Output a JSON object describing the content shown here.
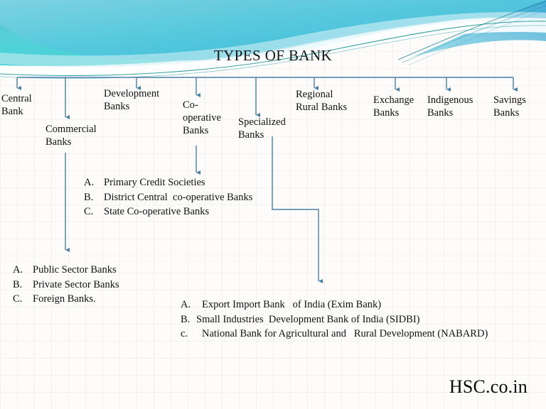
{
  "slide": {
    "title": "TYPES OF BANK",
    "watermark": "HSC.co.in",
    "background": {
      "page_color": "#fdfcfa",
      "wave_cyan": "#4ccfd9",
      "wave_blue": "#6fc3e0",
      "wave_teal": "#0f8f8f",
      "wave_deep_blue": "#2a9fd0"
    },
    "connector_color": "#4a7fa5"
  },
  "nodes": [
    {
      "id": "central-bank",
      "label": "Central\nBank"
    },
    {
      "id": "commercial-banks",
      "label": "Commercial\nBanks"
    },
    {
      "id": "development-banks",
      "label": "Development\nBanks"
    },
    {
      "id": "co-operative-banks",
      "label": "Co-\noperative\nBanks"
    },
    {
      "id": "specialized-banks",
      "label": "Specialized\nBanks"
    },
    {
      "id": "regional-rural-banks",
      "label": "Regional\nRural Banks"
    },
    {
      "id": "exchange-banks",
      "label": "Exchange\nBanks"
    },
    {
      "id": "indigenous-banks",
      "label": "Indigenous\nBanks"
    },
    {
      "id": "savings-banks",
      "label": "Savings\nBanks"
    }
  ],
  "sublists": {
    "co_operative": [
      {
        "marker": "A.",
        "text": "Primary Credit Societies"
      },
      {
        "marker": "B.",
        "text": "District Central  co-operative Banks"
      },
      {
        "marker": "C.",
        "text": "State Co-operative Banks"
      }
    ],
    "commercial": [
      {
        "marker": "A.",
        "text": "Public Sector Banks"
      },
      {
        "marker": "B.",
        "text": "Private Sector Banks"
      },
      {
        "marker": "C.",
        "text": "Foreign Banks."
      }
    ],
    "specialized": [
      {
        "marker": "A.",
        "text": "Export Import Bank   of India (Exim Bank)"
      },
      {
        "marker": "B.",
        "text": "Small Industries  Development Bank of India (SIDBI)"
      },
      {
        "marker": "c.",
        "text": "National Bank for Agricultural and   Rural Development (NABARD)"
      }
    ]
  }
}
